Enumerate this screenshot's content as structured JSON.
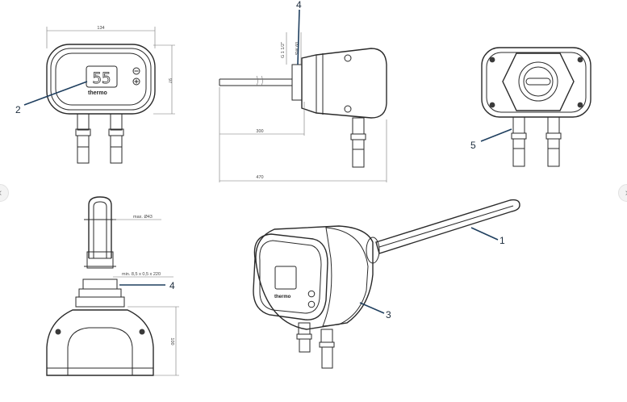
{
  "callouts": {
    "c1": "1",
    "c2": "2",
    "c3": "3",
    "c4_top": "4",
    "c4_bottom": "4",
    "c5": "5"
  },
  "front_view": {
    "width_dim": "134",
    "height_dim": "97",
    "display_value": "55",
    "brand": "thermo"
  },
  "side_view": {
    "thread_dim": "G 1 1/2\"",
    "wrench_dim": "SW 60",
    "length_300": "300",
    "length_470": "470"
  },
  "bottom_view": {
    "max_dim": "max. Ø43",
    "min_dim": "min. 8,5 x 0,5 x 220",
    "height_dim": "100"
  },
  "iso_view": {
    "brand": "thermo"
  },
  "icons": {
    "prev": "chevron-left-icon",
    "next": "chevron-right-icon"
  }
}
